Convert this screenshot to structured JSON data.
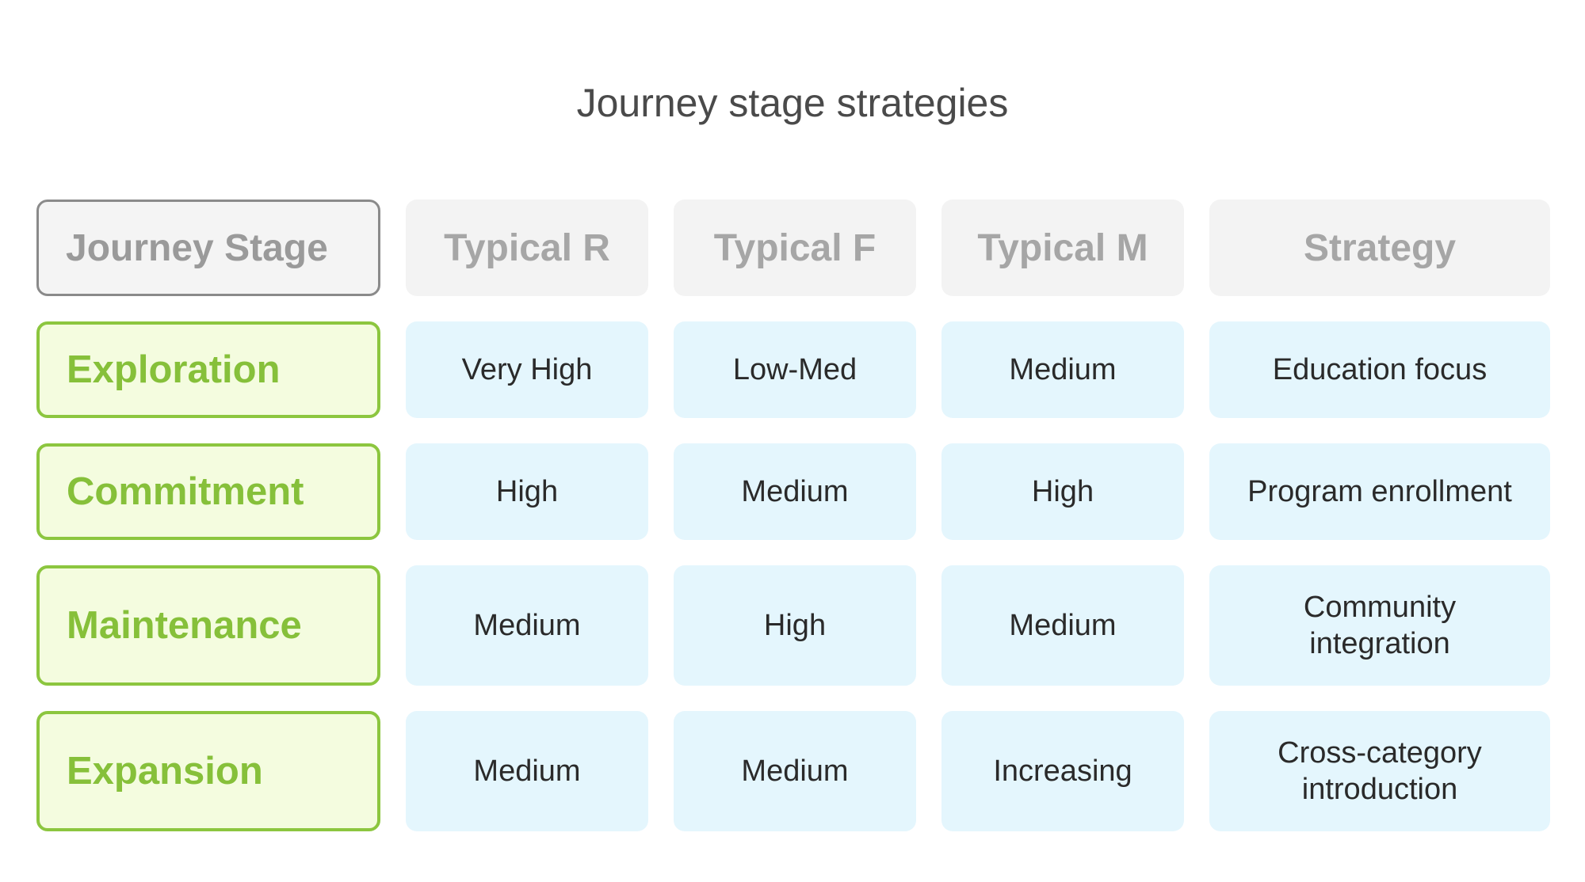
{
  "title": "Journey stage strategies",
  "headers": {
    "stage": "Journey Stage",
    "r": "Typical R",
    "f": "Typical F",
    "m": "Typical M",
    "strategy": "Strategy"
  },
  "rows": [
    {
      "stage": "Exploration",
      "r": "Very High",
      "f": "Low-Med",
      "m": "Medium",
      "strategy": "Education focus"
    },
    {
      "stage": "Commitment",
      "r": "High",
      "f": "Medium",
      "m": "High",
      "strategy": "Program enrollment"
    },
    {
      "stage": "Maintenance",
      "r": "Medium",
      "f": "High",
      "m": "Medium",
      "strategy": "Community integration"
    },
    {
      "stage": "Expansion",
      "r": "Medium",
      "f": "Medium",
      "m": "Increasing",
      "strategy": "Cross-category introduction"
    }
  ],
  "colors": {
    "stage_border": "#8cc63f",
    "stage_fill": "#f4fcdf",
    "value_fill": "#e4f6fd",
    "header_fill": "#f3f3f3"
  }
}
